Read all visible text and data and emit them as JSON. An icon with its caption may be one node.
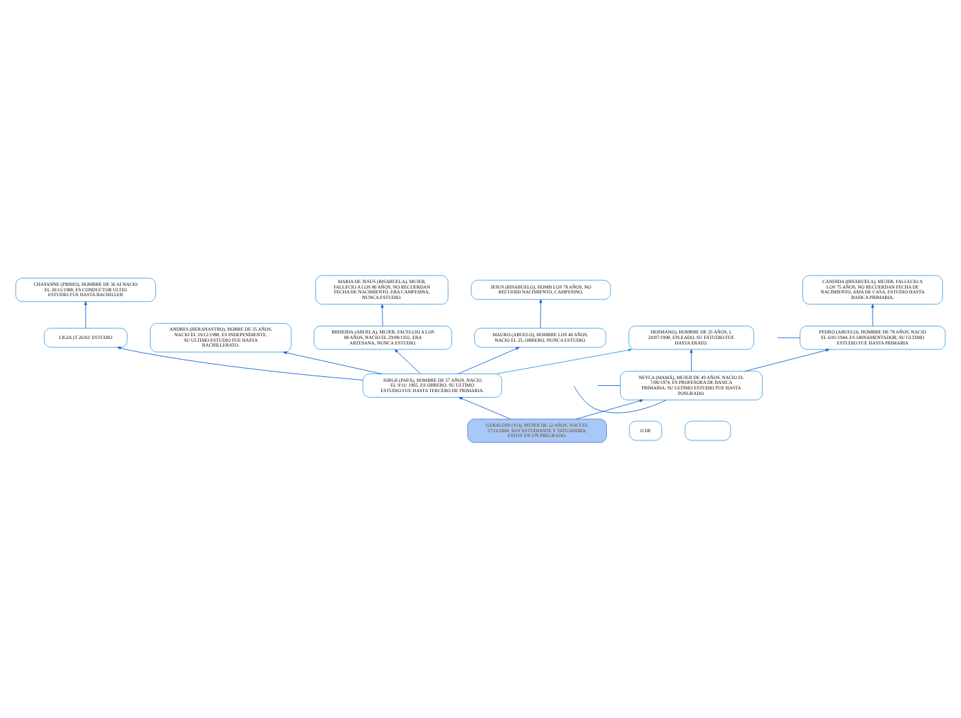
{
  "diagram": {
    "nodes": [
      {
        "text": [
          "GERALDIN (YO), MUJER DE 22 AÑOS, NACI EL 27/11/2000, SOY ESTUDIANTE Y TATUADORA, ESTOY EN UN PREGRADO."
        ]
      },
      {
        "text": [
          "NEYLA (MAMÁ), MUJER DE 49 AÑOS, NACIO EL 7/06/1974, ES PROFESORA DE BASICA PRIMARIA, SU ULTIMO ESTUDIO FUE HASTA POSGRADO."
        ]
      },
      {
        "text": [
          "JORGE (PAPÁ), HOMBRE DE 57 AÑOS, NACIO EL 9/11/ 1965, ES OBRERO, SU ULTIMO ESTUDIO FUE HASTA TERCERO DE PRIMARIA."
        ]
      },
      {
        "text": [
          "PEDRO (ABUELO), HOMBRE DE 78 AÑOS, NACIO EL 6/01/1944, ES ORNAMENTADOR, SU ULTIMO ESTUDIO FUE HASTA PRIMARIA"
        ]
      },
      {
        "text": [
          "CANDIDA (BISABUELA), MUJER, FALLECIO A LOS 75 AÑOS, NO RECUERDAN FECHA DE NACIMIENTO, AMA DE CASA, ESTUDIO HASTA BASICA PRIMARIA."
        ]
      },
      {
        "text": [
          "O DE"
        ]
      },
      {
        "text": [
          "MARIA DE JESUS (BISABUELA), MUJER, FALLECIO A LOS 80 AÑOS, NO RECUERDAN FECHA DE NACIMIENTO, ERA CAMPESINA, NUNCA ESTUDIO."
        ]
      },
      {
        "text": [
          "BRISEIDA (ABUELA), MUJER, FACELLIO A LOS 88 AÑOS, NACIO EL 29/08/1932, ERA ARTESANA, NUNCA ESTUDIO."
        ]
      },
      {
        "text": [
          "JESUS (BISABUELO), HOMB LOS 78 AÑOS, NO RECUERD NACIMIENTO, CAMPESINO,"
        ]
      },
      {
        "text": [
          "MAURO (ABUELO), HOMBRE LOS 40 AÑOS, NACIO EL 25, OBRERO, NUNCA ESTUDIO."
        ]
      },
      {
        "text": [
          "LIGIA (T 26/02/ ESTUDIO"
        ]
      },
      {
        "text": [
          "CHAYANNE (PRIMO), HOMBRE DE 36 AI NACIO EL 20/11/1988, ES CONDUCTOR ULTIO ESTUDIO FUE HASTA BACHILLER"
        ]
      },
      {
        "text": [
          "HERMANO), HOMBRE DE 25 AÑOS, L 20/07/1998, EPLEADO, SU ESTUDIO FUE HASTA ERATO."
        ]
      },
      {
        "text": [
          "ANDRES (HERANASTRO). HOBRE DE 35 AÑOS, NACIO EL 29/12/1988, ES INDEPENDIENTE, SU ULTIMO ESTUDIO FUE HASTA BACHILLERATO."
        ]
      },
      {
        "text": [],
        "shape": "box"
      }
    ],
    "edges": [
      {
        "from": 0,
        "to": 1,
        "arrow": "to"
      },
      {
        "from": 0,
        "to": 2,
        "arrow": "to"
      },
      {
        "from": 1,
        "to": 3,
        "arrow": "to"
      },
      {
        "from": 3,
        "to": 4,
        "arrow": "to"
      },
      {
        "from": 3,
        "to": null,
        "arrow": "none"
      },
      {
        "from": 1,
        "to": null,
        "arrow": "none"
      },
      {
        "from": 1,
        "to": null,
        "arrow": "none"
      },
      {
        "from": 1,
        "to": 12,
        "arrow": "to"
      },
      {
        "from": 2,
        "to": 12,
        "arrow": "to",
        "color": "#2b9be3"
      },
      {
        "from": 2,
        "to": 7,
        "arrow": "to"
      },
      {
        "from": 7,
        "to": 6,
        "arrow": "to"
      },
      {
        "from": 2,
        "to": 9,
        "arrow": "to"
      },
      {
        "from": 9,
        "to": 8,
        "arrow": "to"
      },
      {
        "from": 2,
        "to": 10,
        "arrow": "to"
      },
      {
        "from": 10,
        "to": 11,
        "arrow": "to"
      },
      {
        "from": 2,
        "to": 13,
        "arrow": "to"
      }
    ]
  }
}
